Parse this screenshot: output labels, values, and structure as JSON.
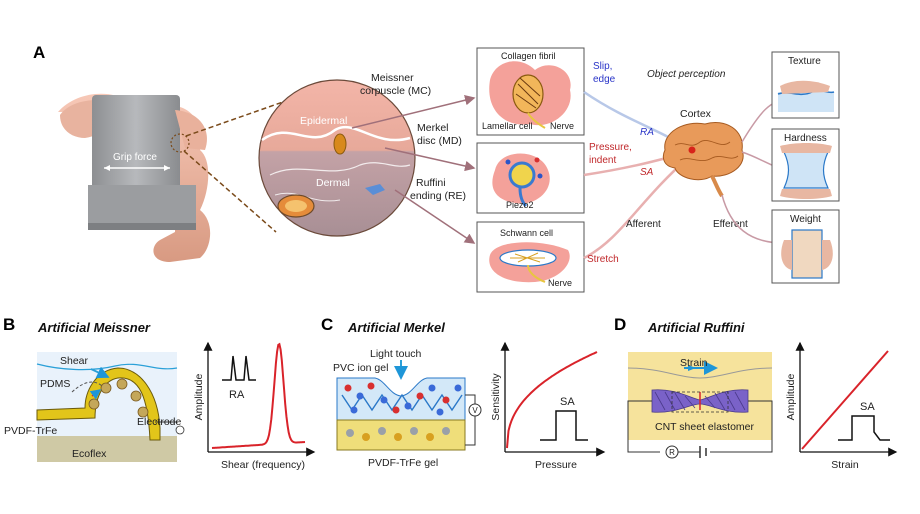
{
  "panel_a": {
    "letter": "A",
    "grip_force": "Grip force",
    "epidermal": "Epidermal",
    "dermal": "Dermal",
    "meissner_l1": "Meissner",
    "meissner_l2": "corpuscle (MC)",
    "merkel_l1": "Merkel",
    "merkel_l2": "disc (MD)",
    "ruffini_l1": "Ruffini",
    "ruffini_l2": "ending (RE)",
    "collagen": "Collagen fibril",
    "lamellar": "Lamellar cell",
    "nerve1": "Nerve",
    "piezo": "Piezo2",
    "schwann": "Schwann cell",
    "nerve2": "Nerve",
    "slip_l1": "Slip,",
    "slip_l2": "edge",
    "pressure_l1": "Pressure,",
    "pressure_l2": "indent",
    "stretch": "Stretch",
    "ra": "RA",
    "sa": "SA",
    "afferent": "Afferent",
    "efferent": "Efferent",
    "cortex": "Cortex",
    "object_perception": "Object perception",
    "texture": "Texture",
    "hardness": "Hardness",
    "weight": "Weight"
  },
  "panel_b": {
    "letter": "B",
    "title": "Artificial Meissner",
    "shear": "Shear",
    "pdms": "PDMS",
    "electrode": "Electrode",
    "pvdf": "PVDF-TrFe",
    "ecoflex": "Ecoflex",
    "ylabel": "Amplitude",
    "xlabel": "Shear (frequency)",
    "ra": "RA"
  },
  "panel_c": {
    "letter": "C",
    "title": "Artificial Merkel",
    "light_touch": "Light touch",
    "pvc": "PVC ion gel",
    "pvdf_gel": "PVDF-TrFe gel",
    "v": "V",
    "ylabel": "Sensitivity",
    "xlabel": "Pressure",
    "sa": "SA"
  },
  "panel_d": {
    "letter": "D",
    "title": "Artificial Ruffini",
    "strain_top": "Strain",
    "cnt": "CNT sheet elastomer",
    "r": "R",
    "ylabel": "Amplitude",
    "xlabel": "Strain",
    "sa": "SA"
  },
  "colors": {
    "red_curve": "#d9232a",
    "ra_blue": "#2a35c8",
    "sa_red": "#c0282b",
    "skin_pink": "#f2a5a0",
    "electrode_yellow": "#f2cf1d",
    "shear_blue": "#2aa0d8"
  }
}
